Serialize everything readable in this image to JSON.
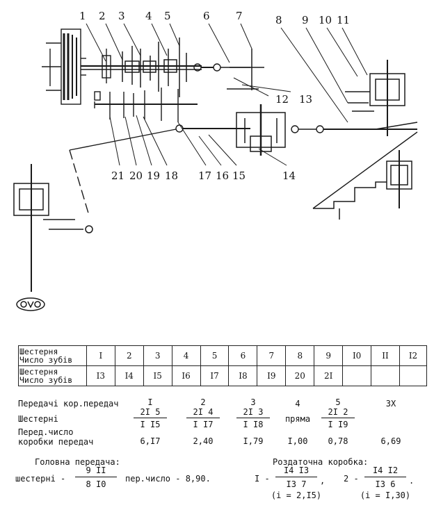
{
  "callouts": {
    "top": [
      "1",
      "2",
      "3",
      "4",
      "5",
      "6",
      "7",
      "8",
      "9",
      "10",
      "11"
    ],
    "right_side": [
      "12",
      "13"
    ],
    "bottom": [
      "21",
      "20",
      "19",
      "18",
      "17",
      "16",
      "15",
      "14"
    ]
  },
  "teeth_table": {
    "row1_header": [
      "Шестерня",
      "Число зубів"
    ],
    "row1": [
      "I",
      "2",
      "3",
      "4",
      "5",
      "6",
      "7",
      "8",
      "9",
      "I0",
      "II",
      "I2"
    ],
    "row2_header": [
      "Шестерня",
      "Число зубів"
    ],
    "row2": [
      "I3",
      "I4",
      "I5",
      "I6",
      "I7",
      "I8",
      "I9",
      "20",
      "2I",
      "",
      "",
      ""
    ]
  },
  "gears": {
    "label_transmissions": "Передачі кор.передач",
    "label_gears": "Шестерні",
    "label_ratio_1": "Перед.число",
    "label_ratio_2": "коробки передач",
    "columns": [
      {
        "gear": "I",
        "num": "2I  5",
        "den": "I  I5",
        "ratio": "6,I7"
      },
      {
        "gear": "2",
        "num": "2I  4",
        "den": "I  I7",
        "ratio": "2,40"
      },
      {
        "gear": "3",
        "num": "2I  3",
        "den": "I  I8",
        "ratio": "I,79"
      },
      {
        "gear": "4",
        "direct": "пряма",
        "ratio": "I,00"
      },
      {
        "gear": "5",
        "num": "2I  2",
        "den": "I  I9",
        "ratio": "0,78"
      },
      {
        "gear": "ЗХ",
        "ratio": "6,69"
      }
    ]
  },
  "main_drive": {
    "title": "Головна передача:",
    "label": "шестерні -",
    "num": "9  II",
    "den": "8  I0",
    "ratio_text": "пер.число - 8,90."
  },
  "transfer_case": {
    "title": "Роздаточна коробка:",
    "one_prefix": "I -",
    "one_num": "I4  I3",
    "one_den": "I3   7",
    "one_sep": ",",
    "one_ratio": "(i = 2,I5)",
    "two_prefix": "2 -",
    "two_num": "I4  I2",
    "two_den": "I3   6",
    "two_sep": ".",
    "two_ratio": "(i = I,30)"
  }
}
